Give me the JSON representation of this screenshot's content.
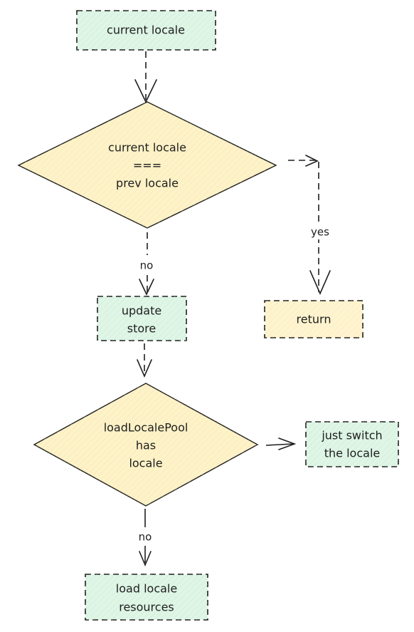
{
  "nodes": {
    "current_locale": "current locale",
    "check_line1": "current locale",
    "check_line2": "===",
    "check_line3": "prev locale",
    "return": "return",
    "update_line1": "update",
    "update_line2": "store",
    "pool_line1": "loadLocalePool",
    "pool_line2": "has",
    "pool_line3": "locale",
    "switch_line1": "just switch",
    "switch_line2": "the locale",
    "load_line1": "load locale",
    "load_line2": "resources"
  },
  "edges": {
    "yes": "yes",
    "no_1": "no",
    "no_2": "no"
  },
  "colors": {
    "process_fill": "#dff5e6",
    "terminal_fill": "#fff4d0",
    "decision_fill": "#fdf2c8",
    "stroke": "#1e1e1e"
  }
}
